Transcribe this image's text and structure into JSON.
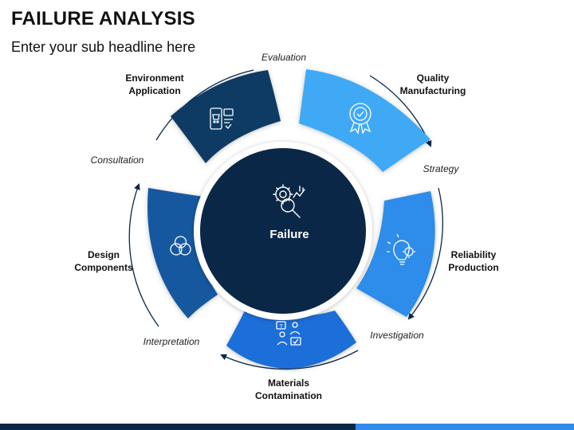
{
  "header": {
    "title": "FAILURE ANALYSIS",
    "subtitle": "Enter your sub headline here"
  },
  "center": {
    "label": "Failure",
    "icon": "gear-magnifier-icon"
  },
  "segments": [
    {
      "label_line1": "Quality",
      "label_line2": "Manufacturing",
      "icon": "award-badge-icon",
      "color": "#3fa9f5"
    },
    {
      "label_line1": "Reliability",
      "label_line2": "Production",
      "icon": "idea-bulb-gear-icon",
      "color": "#2f8cea"
    },
    {
      "label_line1": "Materials",
      "label_line2": "Contamination",
      "icon": "people-chat-icon",
      "color": "#1a6ed8"
    },
    {
      "label_line1": "Design",
      "label_line2": "Components",
      "icon": "venn-circles-icon",
      "color": "#17589f"
    },
    {
      "label_line1": "Environment",
      "label_line2": "Application",
      "icon": "mobile-shopping-icon",
      "color": "#0f3a64"
    }
  ],
  "arc_labels": {
    "evaluation": "Evaluation",
    "strategy": "Strategy",
    "investigation": "Investigation",
    "interpretation": "Interpretation",
    "consultation": "Consultation"
  },
  "colors": {
    "center_fill": "#0b2747",
    "ring": "#ffffff",
    "arc": "#0b2747",
    "bar_dark": "#0b2747",
    "bar_light": "#2f8cea"
  }
}
